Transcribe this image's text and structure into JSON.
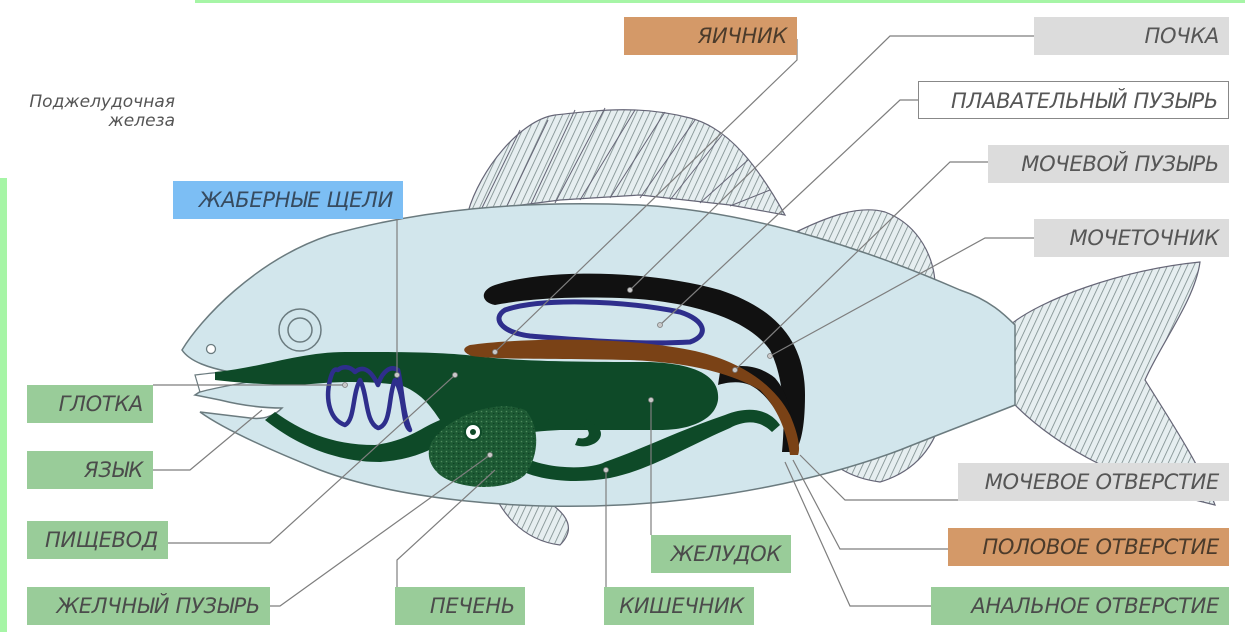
{
  "side_note": {
    "line1": "Поджелудочная",
    "line2": "железа"
  },
  "labels": {
    "ovary": "ЯИЧНИК",
    "kidney": "ПОЧКА",
    "swim_bladder": "ПЛАВАТЕЛЬНЫЙ ПУЗЫРЬ",
    "urinary_bladder": "МОЧЕВОЙ ПУЗЫРЬ",
    "ureter": "МОЧЕТОЧНИК",
    "gill_slits": "ЖАБЕРНЫЕ ЩЕЛИ",
    "pharynx": "ГЛОТКА",
    "tongue": "ЯЗЫК",
    "esophagus": "ПИЩЕВОД",
    "gallbladder": "ЖЕЛЧНЫЙ ПУЗЫРЬ",
    "liver": "ПЕЧЕНЬ",
    "intestine": "КИШЕЧНИК",
    "stomach": "ЖЕЛУДОК",
    "urinary_opening": "МОЧЕВОЕ ОТВЕРСТИЕ",
    "genital_opening": "ПОЛОВОЕ ОТВЕРСТИЕ",
    "anal_opening": "АНАЛЬНОЕ ОТВЕРСТИЕ"
  },
  "colors": {
    "body": "#d2e6ec",
    "organ_dark_green": "#0e4a28",
    "kidney_black": "#111111",
    "swim_bladder_blue": "#2e2e8c",
    "ovary_brown": "#7a4216",
    "label_green": "#99cc99",
    "label_gray": "#dcdcdc",
    "label_orange": "#d49968",
    "label_blue": "#7cbef4"
  }
}
